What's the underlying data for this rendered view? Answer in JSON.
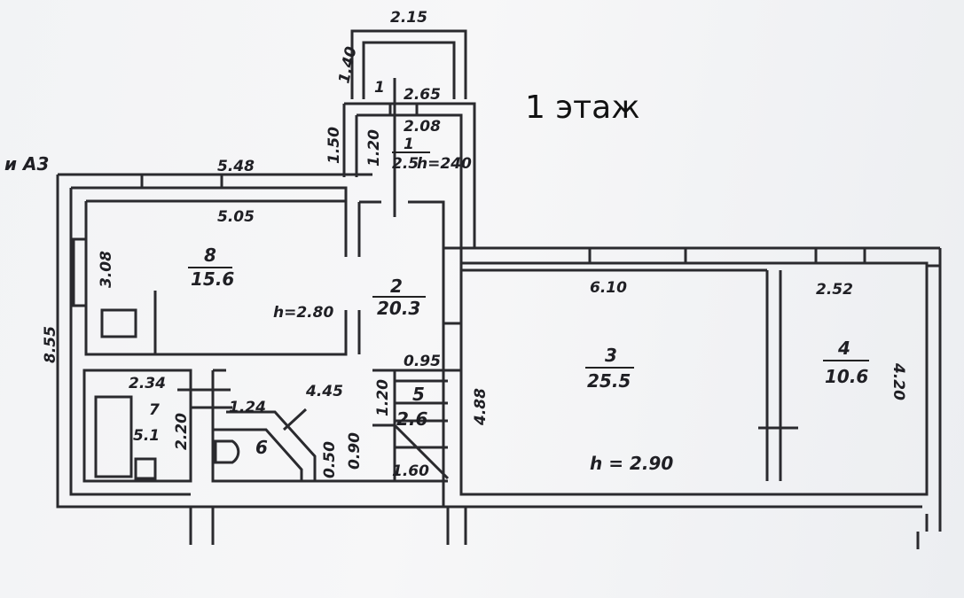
{
  "title": "1 этаж",
  "sheet_ref": "и А3",
  "vestibule": {
    "width_outer": "2.15",
    "depth": "1.40",
    "room_no": "1",
    "width_inner": "2.65"
  },
  "room_1": {
    "no": "1",
    "area": "2.5",
    "width": "2.08",
    "depth_outer": "1.50",
    "depth": "1.20",
    "height": "h=240"
  },
  "room_8": {
    "no": "8",
    "area": "15.6",
    "width_outer": "5.48",
    "width": "5.05",
    "depth": "3.08"
  },
  "overall_depth": "8.55",
  "room_2": {
    "no": "2",
    "area": "20.3",
    "height": "h=2.80",
    "length": "4.45"
  },
  "room_7": {
    "no": "7",
    "area": "5.1",
    "width": "2.34",
    "depth": "2.20"
  },
  "room_6": {
    "no": "6",
    "width": "1.24",
    "dim_a": "0.50",
    "dim_b": "0.90"
  },
  "room_5": {
    "no": "5",
    "area": "2.6",
    "width": "0.95",
    "depth": "1.20",
    "length": "1.60"
  },
  "room_3": {
    "no": "3",
    "area": "25.5",
    "width": "6.10",
    "depth": "4.88",
    "height": "h = 2.90"
  },
  "room_4": {
    "no": "4",
    "area": "10.6",
    "width": "2.52",
    "depth": "4.20"
  }
}
